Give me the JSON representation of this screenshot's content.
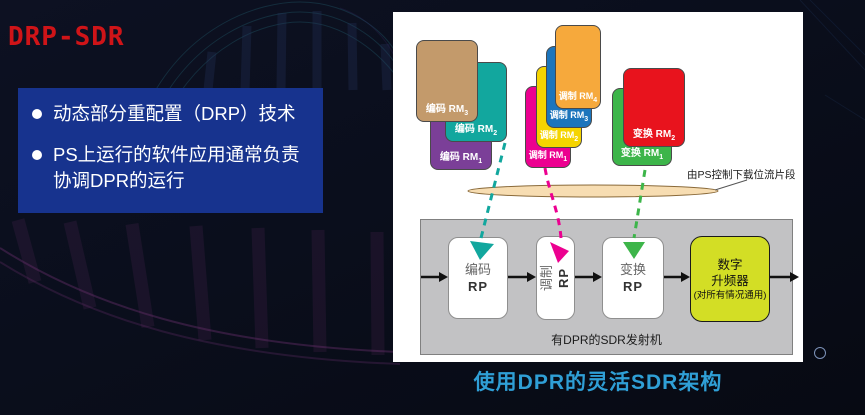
{
  "slide": {
    "title": "DRP-SDR",
    "bullets": [
      "动态部分重配置（DRP）技术",
      "PS上运行的软件应用通常负责协调DPR的运行"
    ],
    "caption": "使用DPR的灵活SDR架构"
  },
  "diagram": {
    "bitstream_label": "由PS控制下载位流片段",
    "stacks": [
      {
        "name": "encode-modules",
        "cards": [
          {
            "text": "编码 RM",
            "sub": "1",
            "color": "#7b3f98"
          },
          {
            "text": "编码 RM",
            "sub": "2",
            "color": "#12a79e"
          },
          {
            "text": "编码 RM",
            "sub": "3",
            "color": "#c39a6b"
          }
        ]
      },
      {
        "name": "modulate-modules",
        "cards": [
          {
            "text": "调制 RM",
            "sub": "1",
            "color": "#ec0090"
          },
          {
            "text": "调制 RM",
            "sub": "2",
            "color": "#f5d400"
          },
          {
            "text": "调制 RM",
            "sub": "3",
            "color": "#1c75bc"
          },
          {
            "text": "调制 RM",
            "sub": "4",
            "color": "#f6a93c"
          }
        ]
      },
      {
        "name": "transform-modules",
        "cards": [
          {
            "text": "变换 RM",
            "sub": "1",
            "color": "#3db54a"
          },
          {
            "text": "变换 RM",
            "sub": "2",
            "color": "#e8131d"
          }
        ]
      }
    ],
    "transmitter": {
      "label": "有DPR的SDR发射机",
      "blocks": [
        {
          "line1": "编码",
          "line2": "RP"
        },
        {
          "line1": "调制",
          "line2": "RP"
        },
        {
          "line1": "变换",
          "line2": "RP"
        },
        {
          "line1": "数字",
          "line2": "升频器",
          "line3": "(对所有情况通用)",
          "color": "#d3de25"
        }
      ]
    },
    "dashed_arrow_colors": {
      "encode": "#12a79e",
      "modulate": "#ec0090",
      "transform": "#3db54a"
    }
  },
  "colors": {
    "background": "#0a0e1c",
    "title_red": "#cf1418",
    "bullet_box_blue": "#17338e",
    "panel_white": "#ffffff",
    "transmitter_gray": "#c2c2c4",
    "upconverter_yellow": "#d3de25",
    "caption_blue": "#2f9fd6",
    "ellipse_fill": "#f7ddb2"
  }
}
